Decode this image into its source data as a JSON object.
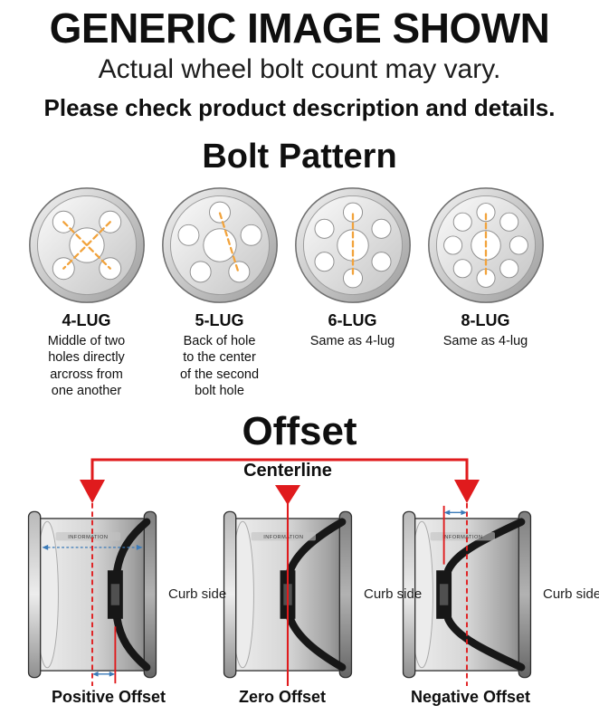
{
  "header": {
    "title": "GENERIC IMAGE SHOWN",
    "subtitle": "Actual wheel bolt count may vary.",
    "note": "Please check product description and details."
  },
  "bolt_pattern": {
    "heading": "Bolt Pattern",
    "items": [
      {
        "label": "4-LUG",
        "description": "Middle of two\nholes directly\narcross from\none another"
      },
      {
        "label": "5-LUG",
        "description": "Back of hole\nto the center\nof the second\nbolt hole"
      },
      {
        "label": "6-LUG",
        "description": "Same as 4-lug"
      },
      {
        "label": "8-LUG",
        "description": "Same as 4-lug"
      }
    ]
  },
  "offset": {
    "heading": "Offset",
    "centerline_label": "Centerline",
    "curb_side_label": "Curb side",
    "barrel_text": "INFORMATION",
    "items": [
      {
        "label": "Positive Offset"
      },
      {
        "label": "Zero Offset"
      },
      {
        "label": "Negative Offset"
      }
    ]
  },
  "colors": {
    "marker_red": "#e01b1d",
    "dash_orange": "#f2a33c",
    "arrow_blue": "#3a7ab8"
  }
}
